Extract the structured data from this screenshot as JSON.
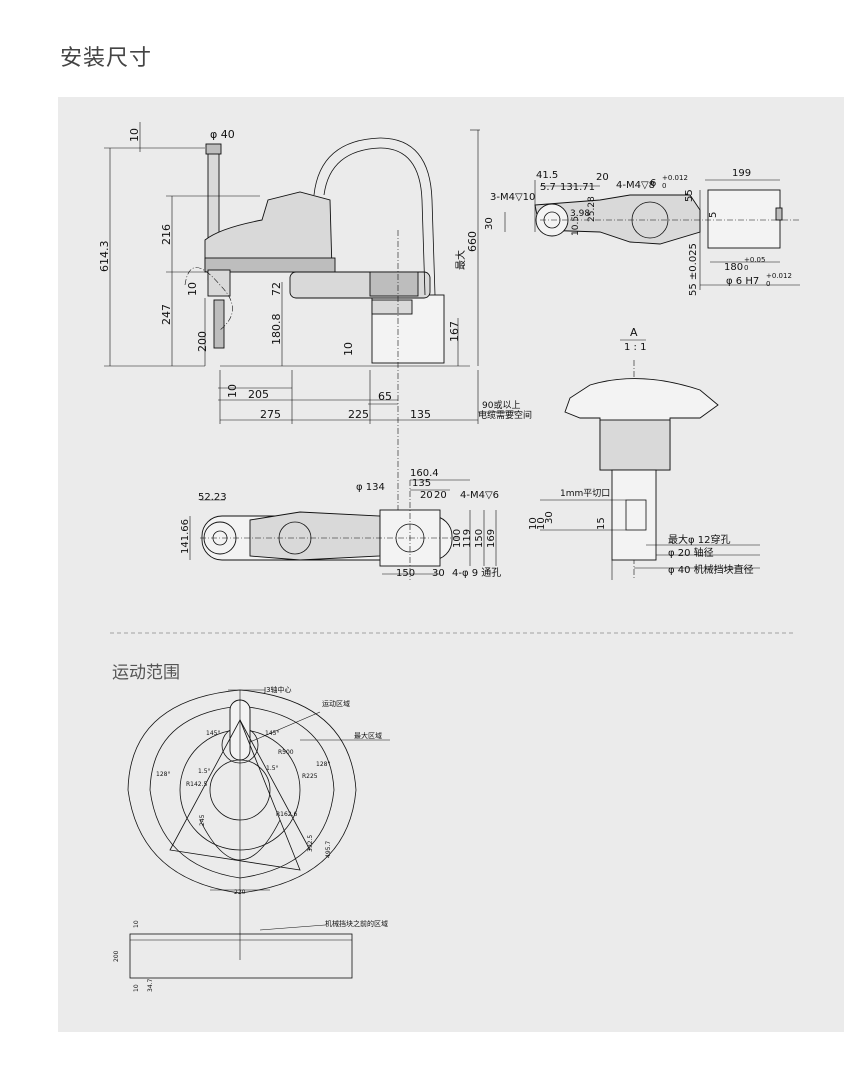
{
  "page_title": "安装尺寸",
  "motion_title": "运动范围",
  "top_view": {
    "dims": [
      "10",
      "φ 40",
      "216",
      "614.3",
      "660",
      "72",
      "10",
      "247",
      "200",
      "180.8",
      "10",
      "167",
      "10",
      "205",
      "65",
      "275",
      "225",
      "135"
    ],
    "max_label": "最大",
    "cable_note_1": "90或以上",
    "cable_note_2": "电缆需要空间"
  },
  "flange_view": {
    "dims": [
      "41.5",
      "5.7",
      "131.71",
      "20",
      "3-M4▽10",
      "4-M4▽8",
      "6",
      "+0.012",
      "0",
      "199",
      "30",
      "3.98",
      "10.5",
      "25.28",
      "55",
      "5",
      "55 ±0.025",
      "180",
      "+0.05",
      "0",
      "φ 6 H7",
      "+0.012",
      "0"
    ]
  },
  "plan_view": {
    "dims": [
      "φ 134",
      "160.4",
      "135",
      "52.23",
      "20",
      "20",
      "4-M4▽6",
      "141.66",
      "100",
      "119",
      "150",
      "169",
      "150",
      "30",
      "4-φ 9 通孔"
    ]
  },
  "detail_a": {
    "title": "A",
    "scale": "1 : 1",
    "dims": [
      "1mm平切口",
      "10",
      "10",
      "30",
      "15"
    ],
    "notes": [
      "最大φ 12穿孔",
      "φ 20 轴径",
      "φ 40 机械挡块直径"
    ]
  },
  "motion_range": {
    "labels": [
      "J3轴中心",
      "运动区域",
      "最大区域",
      "机械挡块之前的区域"
    ],
    "dims": [
      "145°",
      "145°",
      "128°",
      "128°",
      "1.5°",
      "1.5°",
      "R500",
      "R225",
      "R142.5",
      "R162.6",
      "245",
      "392.5",
      "495.7",
      "220",
      "10",
      "200",
      "10",
      "34.7"
    ]
  }
}
